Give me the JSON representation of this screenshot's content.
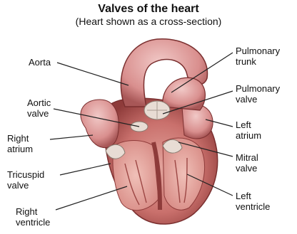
{
  "title": "Valves of the heart",
  "subtitle": "(Heart shown as a cross-section)",
  "labels": {
    "aorta": [
      "Aorta"
    ],
    "aortic_valve": [
      "Aortic",
      "valve"
    ],
    "right_atrium": [
      "Right",
      "atrium"
    ],
    "tricuspid_valve": [
      "Tricuspid",
      "valve"
    ],
    "right_ventricle": [
      "Right",
      "ventricle"
    ],
    "pulmonary_trunk": [
      "Pulmonary",
      "trunk"
    ],
    "pulmonary_valve": [
      "Pulmonary",
      "valve"
    ],
    "left_atrium": [
      "Left",
      "atrium"
    ],
    "mitral_valve": [
      "Mitral",
      "valve"
    ],
    "left_ventricle": [
      "Left",
      "ventricle"
    ]
  },
  "colors": {
    "muscle": "#c9706c",
    "muscle_dark": "#8e3b3a",
    "vessel": "#dfa0a0",
    "valve": "#e8dcd4"
  }
}
